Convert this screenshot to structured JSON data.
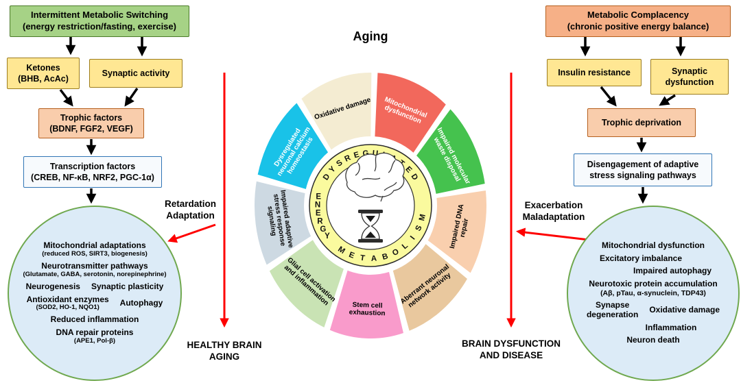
{
  "title": "Aging",
  "palette": {
    "green_header": "#a6d286",
    "salmon_header": "#f6b087",
    "yellow_box": "#ffe793",
    "peach_box": "#f9cdac",
    "blue_box_border": "#2f74b5",
    "circle_fill": "#dcebf7",
    "circle_border": "#6fa84e",
    "ring_yellow": "#fafa9e",
    "arrow_red": "#fe0000"
  },
  "left_pathway": {
    "header_line1": "Intermittent Metabolic Switching",
    "header_line2": "(energy restriction/fasting, exercise)",
    "ketones_line1": "Ketones",
    "ketones_line2": "(BHB, AcAc)",
    "synaptic_activity": "Synaptic activity",
    "trophic_line1": "Trophic factors",
    "trophic_line2": "(BDNF, FGF2, VEGF)",
    "transcription_line1": "Transcription factors",
    "transcription_line2": "(CREB, NF-κB, NRF2, PGC-1α)",
    "outcome_line1": "Retardation",
    "outcome_line2": "Adaptation",
    "result_line1": "HEALTHY BRAIN",
    "result_line2": "AGING",
    "circle": {
      "item1": "Mitochondrial adaptations",
      "item1_sub": "(reduced ROS, SIRT3, biogenesis)",
      "item2": "Neurotransmitter pathways",
      "item2_sub": "(Glutamate, GABA, serotonin, norepinephrine)",
      "item3a": "Neurogenesis",
      "item3b": "Synaptic plasticity",
      "item4a": "Antioxidant enzymes",
      "item4a_sub": "(SOD2, HO-1, NQO1)",
      "item4b": "Autophagy",
      "item5": "Reduced inflammation",
      "item6": "DNA repair proteins",
      "item6_sub": "(APE1, Pol-β)"
    }
  },
  "right_pathway": {
    "header_line1": "Metabolic Complacency",
    "header_line2": "(chronic positive energy balance)",
    "insulin": "Insulin resistance",
    "synaptic_line1": "Synaptic",
    "synaptic_line2": "dysfunction",
    "trophic": "Trophic deprivation",
    "disengagement_line1": "Disengagement of adaptive",
    "disengagement_line2": "stress signaling pathways",
    "outcome_line1": "Exacerbation",
    "outcome_line2": "Maladaptation",
    "result_line1": "BRAIN DYSFUNCTION",
    "result_line2": "AND DISEASE",
    "circle": {
      "item1": "Mitochondrial dysfunction",
      "item2": "Excitatory imbalance",
      "item3": "Impaired autophagy",
      "item4": "Neurotoxic protein accumulation",
      "item4_sub": "(Aβ, pTau, α-synuclein, TDP43)",
      "item5a_line1": "Synapse",
      "item5a_line2": "degeneration",
      "item5b": "Oxidative damage",
      "item6": "Inflammation",
      "item7": "Neuron death"
    }
  },
  "wheel": {
    "ring_words": {
      "top": "DYSREGULATED",
      "left": "ENERGY",
      "bottom": "METABOLISM"
    },
    "segments": [
      {
        "label_lines": [
          "Mitochondrial",
          "dysfunction"
        ],
        "color": "#f2685c",
        "text_color": "#ffffff"
      },
      {
        "label_lines": [
          "Impaired molecular",
          "waste disposal"
        ],
        "color": "#45c24e",
        "text_color": "#ffffff"
      },
      {
        "label_lines": [
          "Impaired DNA",
          "repair"
        ],
        "color": "#f9cfae",
        "text_color": "#000000"
      },
      {
        "label_lines": [
          "Aberrant neuronal",
          "network activity"
        ],
        "color": "#e9c89e",
        "text_color": "#000000"
      },
      {
        "label_lines": [
          "Stem cell",
          "exhaustion"
        ],
        "color": "#f99bcb",
        "text_color": "#000000"
      },
      {
        "label_lines": [
          "Glial cell activation",
          "and inflammation"
        ],
        "color": "#c9e3b4",
        "text_color": "#000000"
      },
      {
        "label_lines": [
          "Impaired adaptive",
          "stress response",
          "signaling"
        ],
        "color": "#cdd9e2",
        "text_color": "#000000"
      },
      {
        "label_lines": [
          "Dysregulated",
          "neuronal calcium",
          "homeostasis"
        ],
        "color": "#19c2e8",
        "text_color": "#ffffff"
      },
      {
        "label_lines": [
          "Oxidative damage"
        ],
        "color": "#f4ecd2",
        "text_color": "#000000"
      }
    ]
  }
}
